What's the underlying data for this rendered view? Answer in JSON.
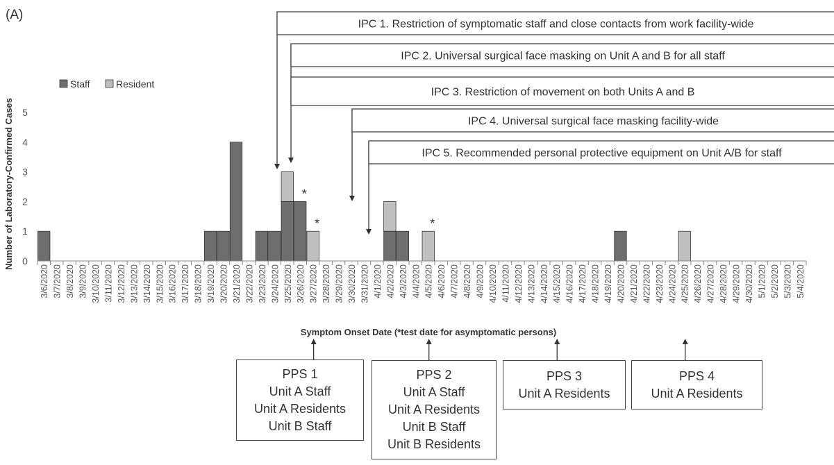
{
  "panel_label": "(A)",
  "colors": {
    "staff": "#6e6e6e",
    "resident": "#bfbfbf",
    "outline": "#333333",
    "axis": "#555555"
  },
  "chart_data": {
    "type": "bar",
    "stacked": true,
    "xlabel": "Symptom Onset Date (*test date for asymptomatic persons)",
    "ylabel": "Number of Laboratory-Confirmed Cases",
    "ylim": [
      0,
      5
    ],
    "yticks": [
      0,
      1,
      2,
      3,
      4,
      5
    ],
    "grid": false,
    "legend_position": "top-left",
    "categories": [
      "3/6/2020",
      "3/7/2020",
      "3/8/2020",
      "3/9/2020",
      "3/10/2020",
      "3/11/2020",
      "3/12/2020",
      "3/13/2020",
      "3/14/2020",
      "3/15/2020",
      "3/16/2020",
      "3/17/2020",
      "3/18/2020",
      "3/19/2020",
      "3/20/2020",
      "3/21/2020",
      "3/22/2020",
      "3/23/2020",
      "3/24/2020",
      "3/25/2020",
      "3/26/2020",
      "3/27/2020",
      "3/28/2020",
      "3/29/2020",
      "3/30/2020",
      "3/31/2020",
      "4/1/2020",
      "4/2/2020",
      "4/3/2020",
      "4/4/2020",
      "4/5/2020",
      "4/6/2020",
      "4/7/2020",
      "4/8/2020",
      "4/9/2020",
      "4/10/2020",
      "4/11/2020",
      "4/12/2020",
      "4/13/2020",
      "4/14/2020",
      "4/15/2020",
      "4/16/2020",
      "4/17/2020",
      "4/18/2020",
      "4/19/2020",
      "4/20/2020",
      "4/21/2020",
      "4/22/2020",
      "4/23/2020",
      "4/24/2020",
      "4/25/2020",
      "4/26/2020",
      "4/27/2020",
      "4/28/2020",
      "4/29/2020",
      "4/30/2020",
      "5/1/2020",
      "5/2/2020",
      "5/3/2020",
      "5/4/2020"
    ],
    "series": [
      {
        "name": "Staff",
        "color": "#6e6e6e",
        "values": [
          1,
          0,
          0,
          0,
          0,
          0,
          0,
          0,
          0,
          0,
          0,
          0,
          0,
          1,
          1,
          4,
          0,
          1,
          1,
          2,
          2,
          0,
          0,
          0,
          0,
          0,
          0,
          1,
          1,
          0,
          0,
          0,
          0,
          0,
          0,
          0,
          0,
          0,
          0,
          0,
          0,
          0,
          0,
          0,
          0,
          1,
          0,
          0,
          0,
          0,
          0,
          0,
          0,
          0,
          0,
          0,
          0,
          0,
          0,
          0
        ]
      },
      {
        "name": "Resident",
        "color": "#bfbfbf",
        "values": [
          0,
          0,
          0,
          0,
          0,
          0,
          0,
          0,
          0,
          0,
          0,
          0,
          0,
          0,
          0,
          0,
          0,
          0,
          0,
          1,
          0,
          1,
          0,
          0,
          0,
          0,
          0,
          1,
          0,
          0,
          1,
          0,
          0,
          0,
          0,
          0,
          0,
          0,
          0,
          0,
          0,
          0,
          0,
          0,
          0,
          0,
          0,
          0,
          0,
          0,
          1,
          0,
          0,
          0,
          0,
          0,
          0,
          0,
          0,
          0
        ]
      }
    ],
    "asterisk_dates": [
      "3/26/2020",
      "3/27/2020",
      "4/5/2020"
    ],
    "asterisk_text": "*",
    "ipc_interventions": [
      {
        "text": "IPC 1. Restriction of symptomatic staff and close contacts from work facility-wide",
        "date": "3/24/2020"
      },
      {
        "text": "IPC 2. Universal surgical face masking on Unit A and B for all staff",
        "date": "3/25/2020"
      },
      {
        "text": "IPC 3. Restriction of movement on both Units A and B",
        "date": "3/25/2020"
      },
      {
        "text": "IPC 4. Universal surgical face masking facility-wide",
        "date": "3/30/2020"
      },
      {
        "text": "IPC 5. Recommended personal protective equipment on Unit A/B for staff",
        "date": "3/31/2020"
      }
    ],
    "pps": [
      {
        "date": "3/27/2020",
        "lines": [
          "PPS 1",
          "Unit A Staff",
          "Unit A Residents",
          "Unit B Staff"
        ]
      },
      {
        "date": "4/5/2020",
        "lines": [
          "PPS 2",
          "Unit A Staff",
          "Unit A Residents",
          "Unit B Staff",
          "Unit B Residents"
        ]
      },
      {
        "date": "4/15/2020",
        "lines": [
          "PPS 3",
          "Unit A Residents"
        ]
      },
      {
        "date": "4/25/2020",
        "lines": [
          "PPS 4",
          "Unit A Residents"
        ]
      }
    ]
  }
}
